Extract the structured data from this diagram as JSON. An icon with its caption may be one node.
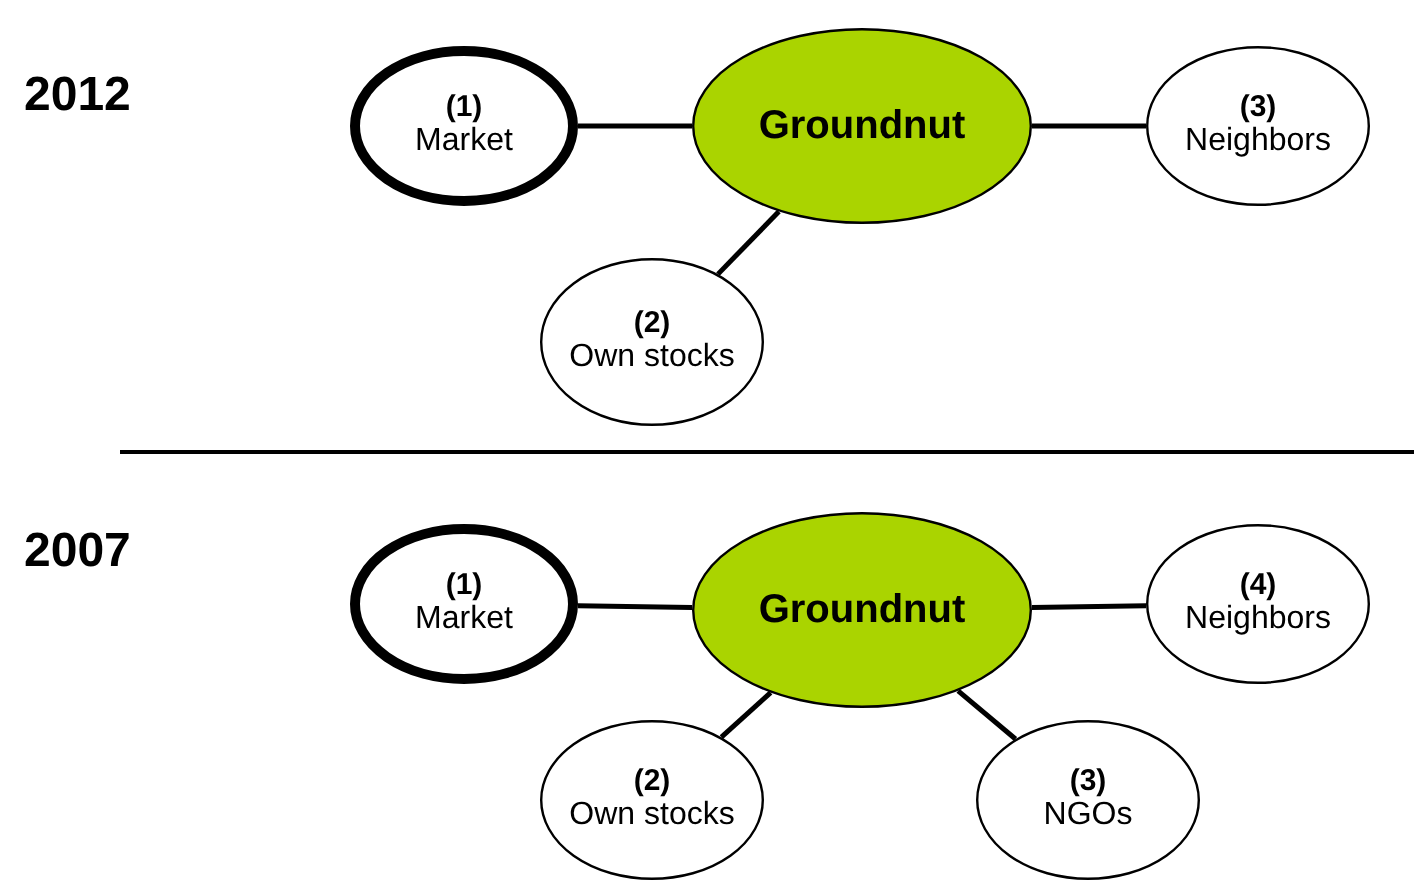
{
  "diagram": {
    "nodes": [
      {
        "text": [
          "(1)",
          "Market"
        ]
      },
      {
        "text": [
          "Groundnut"
        ]
      },
      {
        "text": [
          "(3)",
          "Neighbors"
        ]
      },
      {
        "text": [
          "(2)",
          "Own stocks"
        ]
      },
      {
        "text": [
          "(1)",
          "Market"
        ]
      },
      {
        "text": [
          "Groundnut"
        ]
      },
      {
        "text": [
          "(4)",
          "Neighbors"
        ]
      },
      {
        "text": [
          "(2)",
          "Own stocks"
        ]
      },
      {
        "text": [
          "(3)",
          "NGOs"
        ]
      }
    ],
    "edges": [
      {
        "from": 0,
        "to": 1,
        "arrow": "none"
      },
      {
        "from": 1,
        "to": 2,
        "arrow": "none"
      },
      {
        "from": 1,
        "to": 3,
        "arrow": "none"
      },
      {
        "from": 4,
        "to": 5,
        "arrow": "none"
      },
      {
        "from": 5,
        "to": 6,
        "arrow": "none"
      },
      {
        "from": 5,
        "to": 7,
        "arrow": "none"
      },
      {
        "from": 5,
        "to": 8,
        "arrow": "none"
      }
    ],
    "labels": [
      "2012",
      "2007"
    ]
  }
}
